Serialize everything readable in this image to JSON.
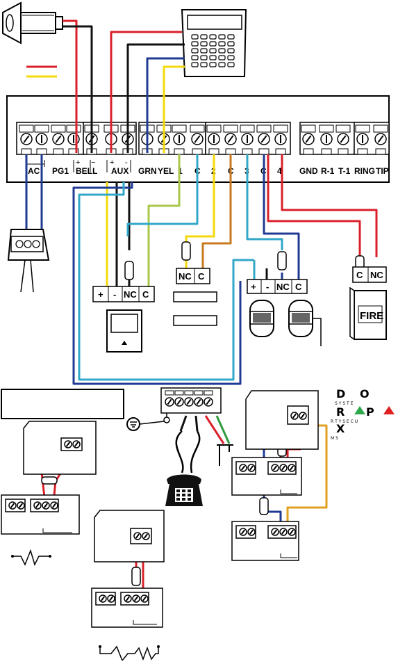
{
  "panel": {
    "terminals_left": [
      "AC",
      "PG1",
      "BELL",
      "AUX",
      "GRN",
      "YEL",
      "1",
      "C",
      "2",
      "C",
      "3",
      "C",
      "4"
    ],
    "terminals_right": [
      "GND",
      "R-1",
      "T-1",
      "RING",
      "TIP"
    ],
    "bell_polarity": [
      "+",
      "−"
    ],
    "aux_polarity": [
      "+",
      "-"
    ]
  },
  "devices": {
    "pir_terminals": [
      "+",
      "-",
      "NC",
      "C"
    ],
    "contact_terminals": [
      "NC",
      "C"
    ],
    "smoke_terminals": [
      "+",
      "-",
      "NC",
      "C"
    ],
    "fire_terminals": [
      "C",
      "NC"
    ],
    "fire_label": "FIRE"
  },
  "logo": {
    "letters": [
      "D",
      "O",
      "R",
      "P",
      "X"
    ],
    "small_text_top": "S Y S T E",
    "small_text_mid": "R T Y   S E C U",
    "small_text_bottom": "M S",
    "colors": {
      "green": "#2ea84a",
      "red": "#e02020"
    }
  },
  "wire_colors": {
    "red": "#d9202a",
    "black": "#111111",
    "blue": "#1f3a93",
    "yellow": "#f5d90a",
    "lightgreen": "#a8c84a",
    "cyan": "#31a7c9",
    "orange": "#c8781e",
    "green": "#2e9a3c",
    "gold": "#e0a020"
  }
}
